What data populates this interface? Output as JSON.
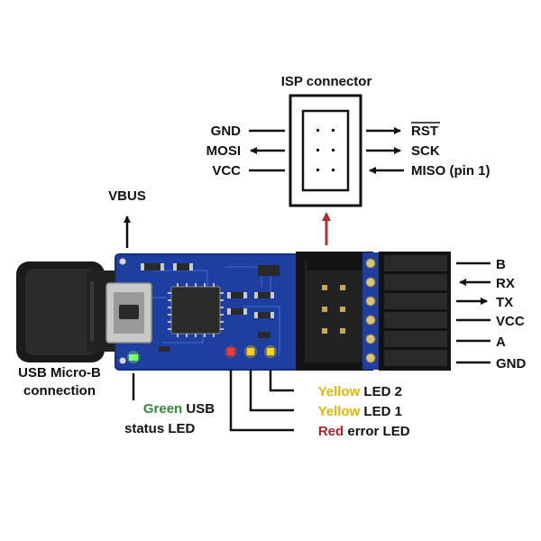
{
  "isp": {
    "title": "ISP connector",
    "left_pins": [
      "GND",
      "MOSI",
      "VCC"
    ],
    "right_pins": [
      "RST",
      "SCK",
      "MISO (pin 1)"
    ]
  },
  "vbus_label": "VBUS",
  "usb_connection": {
    "line1": "USB Micro-B",
    "line2": "connection"
  },
  "status_led": {
    "color_word": "Green",
    "rest1": " USB",
    "line2": "status LED"
  },
  "leds": [
    {
      "color_word": "Yellow",
      "rest": " LED 2"
    },
    {
      "color_word": "Yellow",
      "rest": " LED 1"
    },
    {
      "color_word": "Red",
      "rest": " error LED"
    }
  ],
  "side_pins": [
    "B",
    "RX",
    "TX",
    "VCC",
    "A",
    "GND"
  ],
  "colors": {
    "green": "#2e8b3a",
    "yellow": "#e3b600",
    "red": "#a3262a",
    "board_blue": "#1f3fa0",
    "arrow_red": "#b03030"
  }
}
